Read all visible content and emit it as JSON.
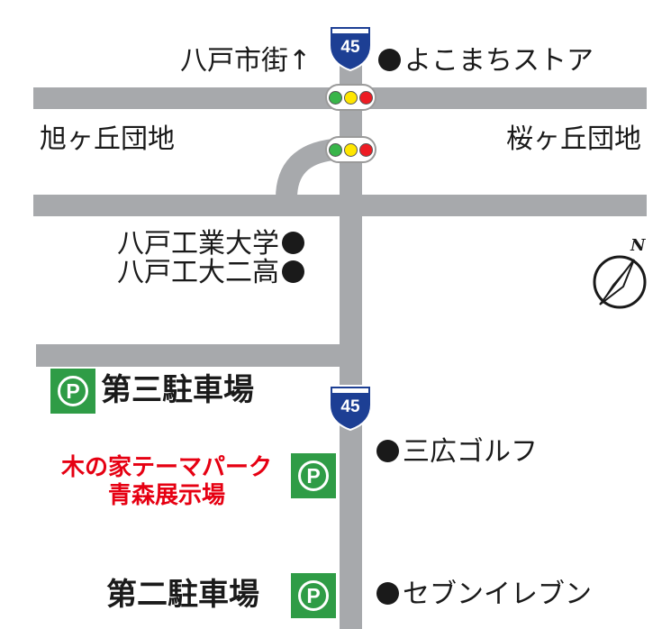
{
  "colors": {
    "road": "#a7a9ac",
    "parking": "#2f9c46",
    "highlight": "#e60012",
    "text": "#1a1a1a",
    "route_shield": "#1d3f94",
    "signal_green": "#39b54a",
    "signal_yellow": "#ffe600",
    "signal_red": "#ed1c24"
  },
  "route": {
    "number": "45"
  },
  "places": {
    "hachinohe_city": "八戸市街↑",
    "yokomachi_store": "よこまちストア",
    "asahigaoka": "旭ヶ丘団地",
    "sakuragaoka": "桜ヶ丘団地",
    "institute_tech": "八戸工業大学",
    "tech_high_2": "八戸工大二高",
    "sanko_golf": "三広ゴルフ",
    "seven_eleven": "セブンイレブン"
  },
  "parking": {
    "third_lot": "第三駐車場",
    "second_lot": "第二駐車場",
    "symbol": "P"
  },
  "destination": {
    "line1": "木の家テーマパーク",
    "line2": "青森展示場"
  },
  "compass": {
    "label": "N"
  },
  "icons": [
    "route-45-shield",
    "traffic-signal",
    "parking-icon",
    "compass-icon",
    "location-dot"
  ]
}
